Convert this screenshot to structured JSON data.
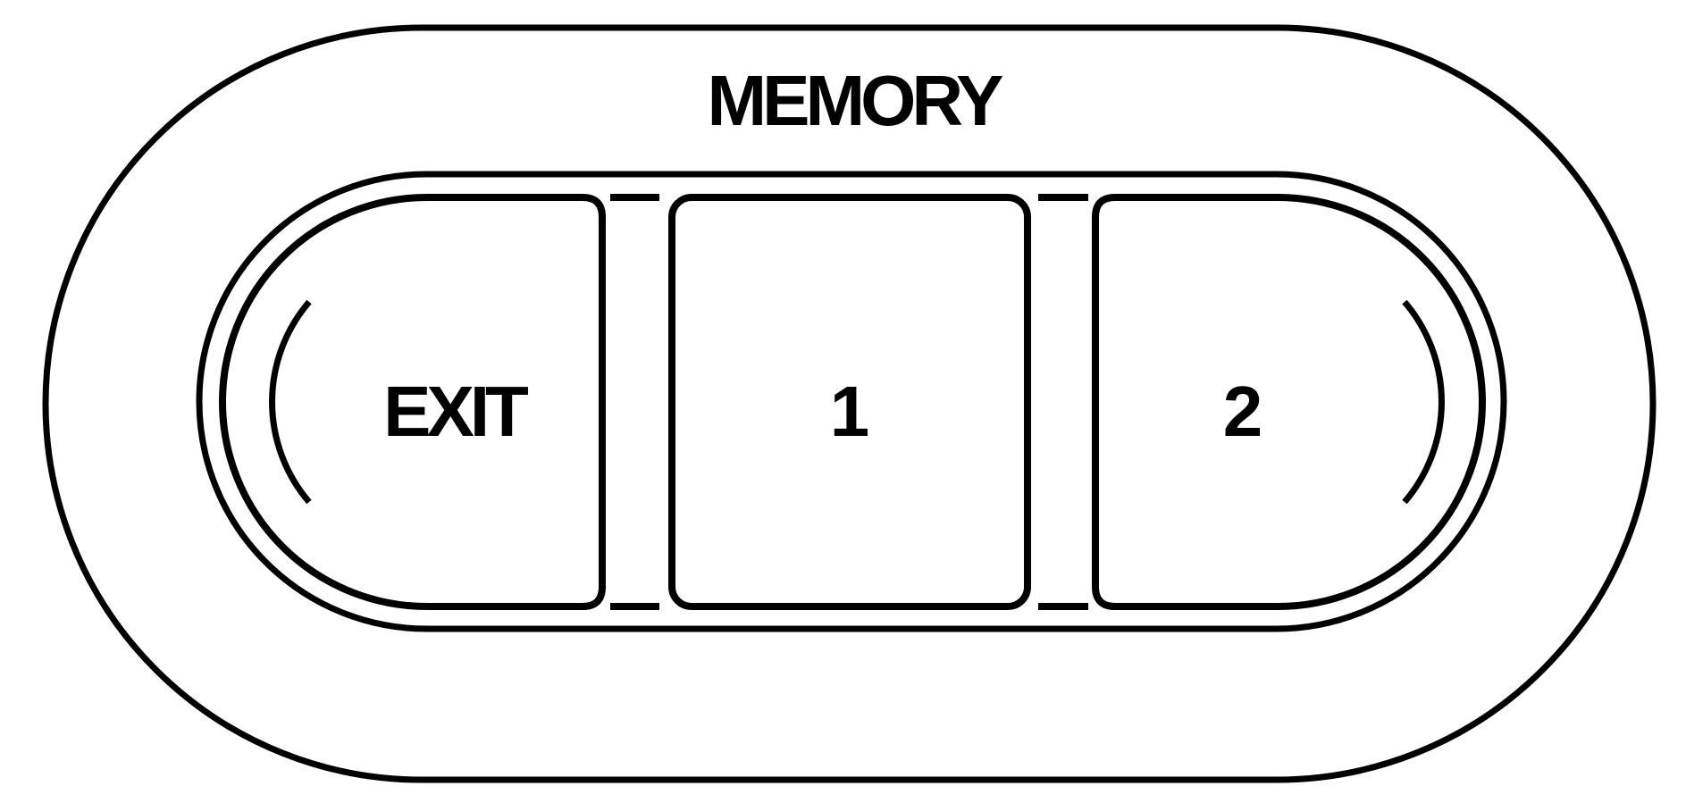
{
  "diagram": {
    "title": "MEMORY",
    "compartments": [
      {
        "label": "EXIT"
      },
      {
        "label": "1"
      },
      {
        "label": "2"
      }
    ],
    "colors": {
      "line": "#000000",
      "background": "#ffffff"
    }
  }
}
